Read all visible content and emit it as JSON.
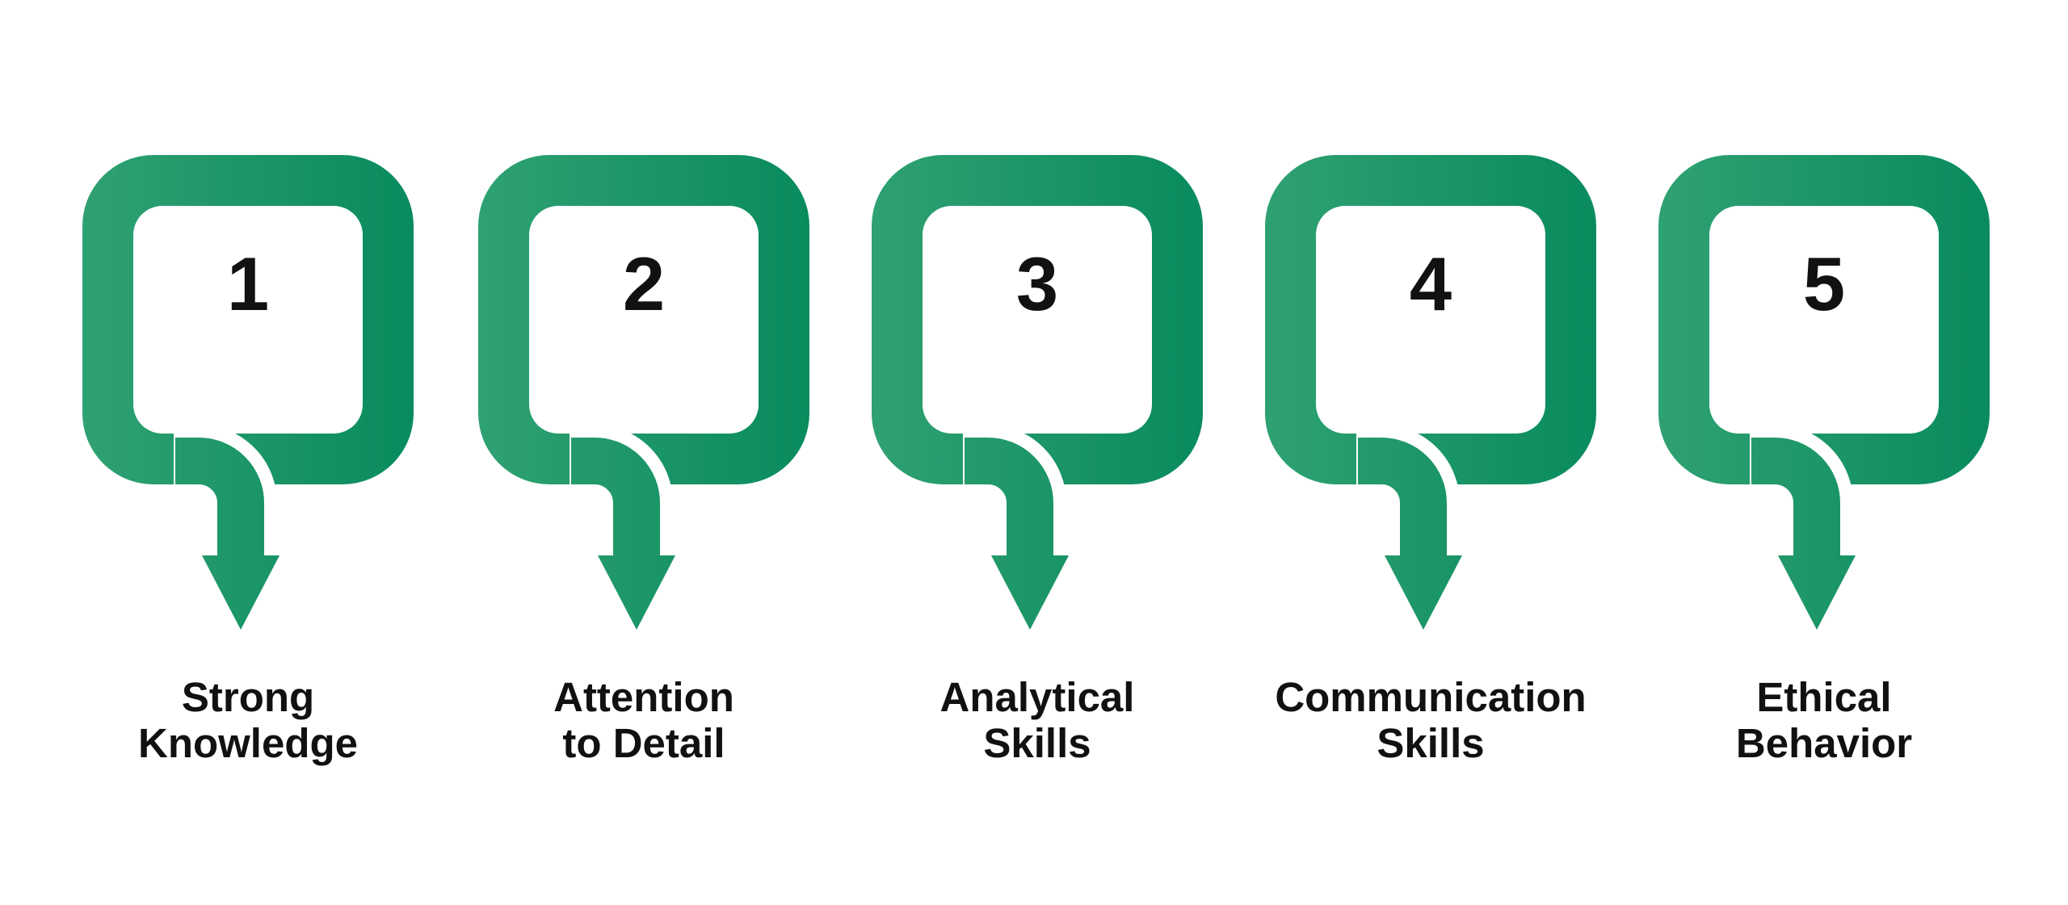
{
  "title": "Five numbered skill steps infographic",
  "colors": {
    "gradient_left": "#2FA172",
    "gradient_right": "#098B5D",
    "text": "#111111",
    "background": "#FFFFFF"
  },
  "steps": [
    {
      "number": "1",
      "label": "Strong\nKnowledge"
    },
    {
      "number": "2",
      "label": "Attention\nto Detail"
    },
    {
      "number": "3",
      "label": "Analytical\nSkills"
    },
    {
      "number": "4",
      "label": "Communication\nSkills"
    },
    {
      "number": "5",
      "label": "Ethical\nBehavior"
    }
  ]
}
